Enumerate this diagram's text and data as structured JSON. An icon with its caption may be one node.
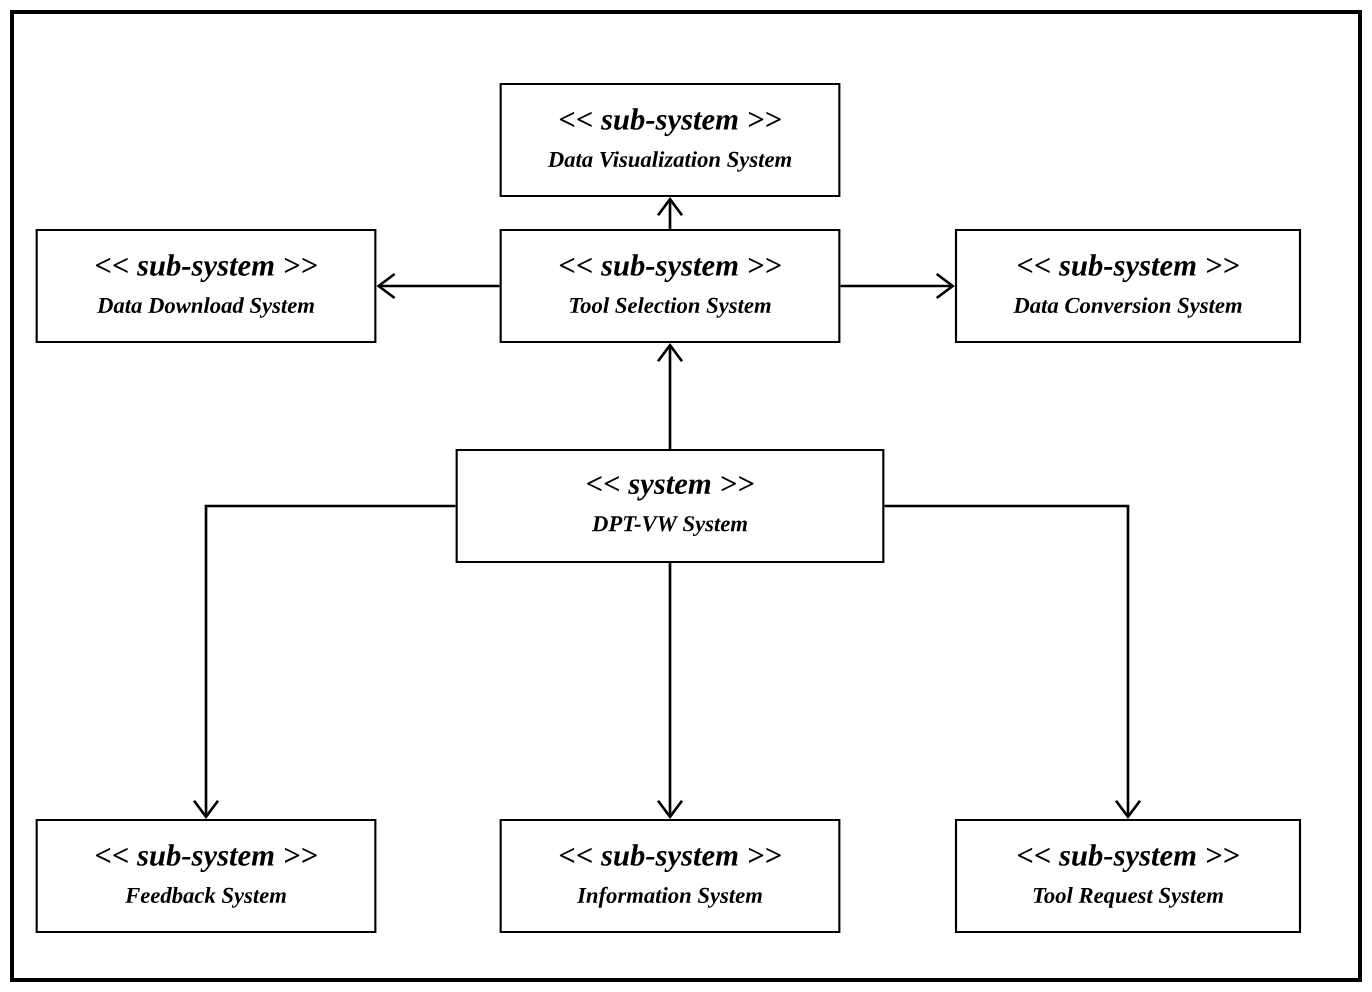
{
  "diagram": {
    "nodes": [
      {
        "text": [
          "<< sub-system >>",
          "Data Visualization System"
        ]
      },
      {
        "text": [
          "<< sub-system >>",
          "Data Download System"
        ]
      },
      {
        "text": [
          "<< sub-system >>",
          "Tool Selection System"
        ]
      },
      {
        "text": [
          "<< sub-system >>",
          "Data Conversion System"
        ]
      },
      {
        "text": [
          "<< system >>",
          "DPT-VW System"
        ]
      },
      {
        "text": [
          "<< sub-system >>",
          "Feedback System"
        ]
      },
      {
        "text": [
          "<< sub-system >>",
          "Information System"
        ]
      },
      {
        "text": [
          "<< sub-system >>",
          "Tool Request System"
        ]
      }
    ],
    "edges": [
      {
        "from": 2,
        "to": 0,
        "arrow": "to"
      },
      {
        "from": 2,
        "to": 1,
        "arrow": "to"
      },
      {
        "from": 2,
        "to": 3,
        "arrow": "to"
      },
      {
        "from": 4,
        "to": 2,
        "arrow": "to"
      },
      {
        "from": 4,
        "to": 5,
        "arrow": "to"
      },
      {
        "from": 4,
        "to": 6,
        "arrow": "to"
      },
      {
        "from": 4,
        "to": 7,
        "arrow": "to"
      }
    ]
  }
}
